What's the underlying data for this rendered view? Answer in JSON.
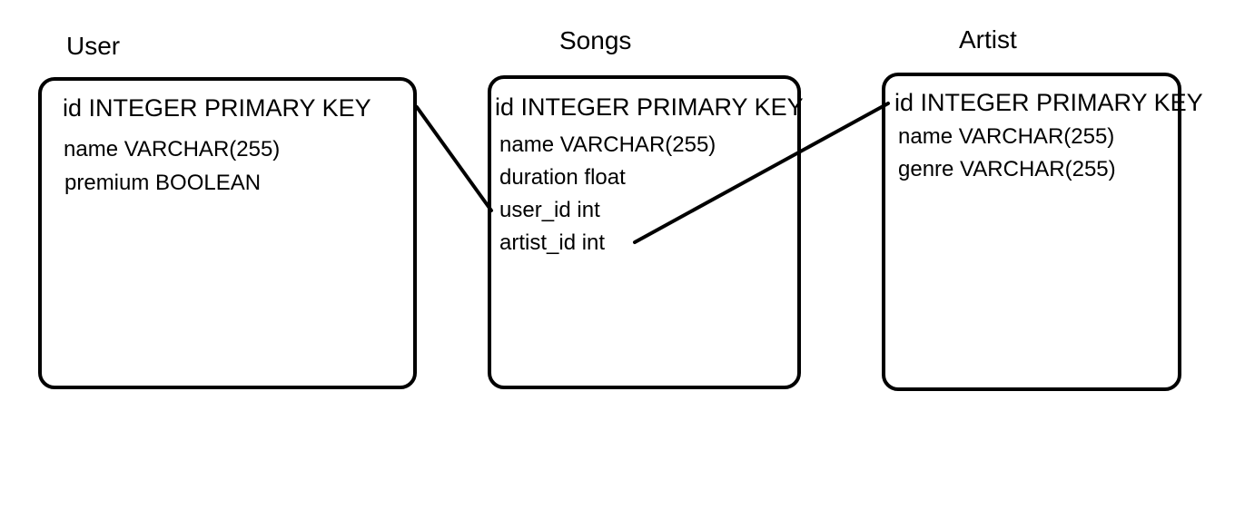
{
  "tables": {
    "user": {
      "title": "User",
      "fields": [
        "id INTEGER PRIMARY KEY",
        "name VARCHAR(255)",
        "premium BOOLEAN"
      ]
    },
    "songs": {
      "title": "Songs",
      "fields": [
        "id INTEGER PRIMARY KEY",
        "name VARCHAR(255)",
        "duration float",
        "user_id int",
        "artist_id int"
      ]
    },
    "artist": {
      "title": "Artist",
      "fields": [
        "id INTEGER PRIMARY KEY",
        "name VARCHAR(255)",
        "genre VARCHAR(255)"
      ]
    }
  },
  "relationships": [
    {
      "from": "User.id",
      "to": "Songs.user_id"
    },
    {
      "from": "Artist.id",
      "to": "Songs.artist_id"
    }
  ]
}
